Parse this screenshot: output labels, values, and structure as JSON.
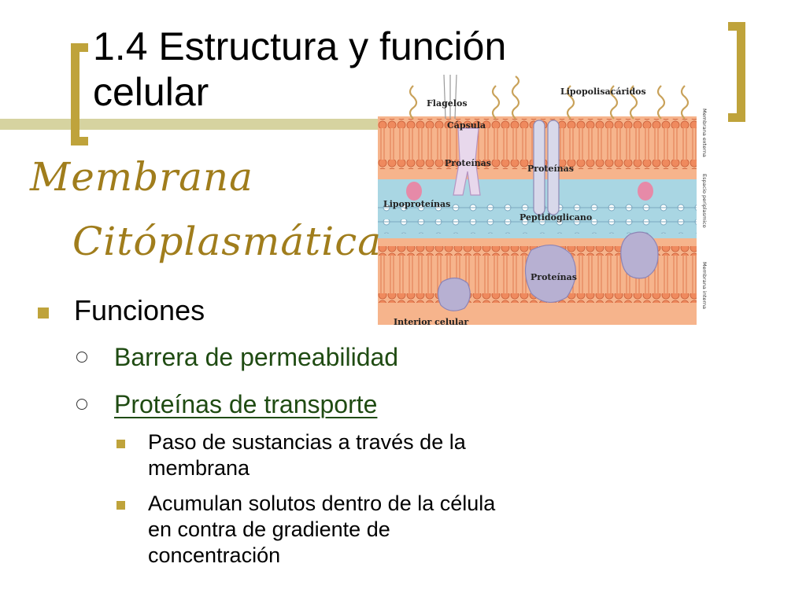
{
  "slide": {
    "title": "1.4 Estructura y función celular",
    "heading_line1": "Membrana",
    "heading_line2": "Citóplasmática"
  },
  "bullets": {
    "level1": "Funciones",
    "level2": [
      "Barrera de permeabilidad",
      "Proteínas de transporte"
    ],
    "level3": [
      "Paso de sustancias a través de la membrana",
      "Acumulan solutos dentro de la célula en contra de gradiente de concentración"
    ]
  },
  "diagram": {
    "labels": {
      "flagelos": "Flagelos",
      "lipopolisacaridos": "Lipopolisacáridos",
      "capsula": "Cápsula",
      "proteinas_1": "Proteínas",
      "proteinas_2": "Proteínas",
      "proteinas_3": "Proteínas",
      "lipoproteinas": "Lipoproteínas",
      "peptidoglicano": "Peptidoglicano",
      "interior_celular": "Interior celular"
    },
    "side_labels": {
      "membrana_externa": "Membrana externa",
      "espacio_periplasmico": "Espacio periplasmico",
      "membrana_interna": "Membrana interna"
    },
    "colors": {
      "outer_membrane": "#f2a074",
      "periplasm": "#a9d6e3",
      "inner_membrane": "#f3a878",
      "protein": "#b7b0d2",
      "lipoprotein": "#e68aa8",
      "flagella": "#c9a25a",
      "accent": "#bfa33b",
      "script_text": "#a07d1c"
    }
  }
}
